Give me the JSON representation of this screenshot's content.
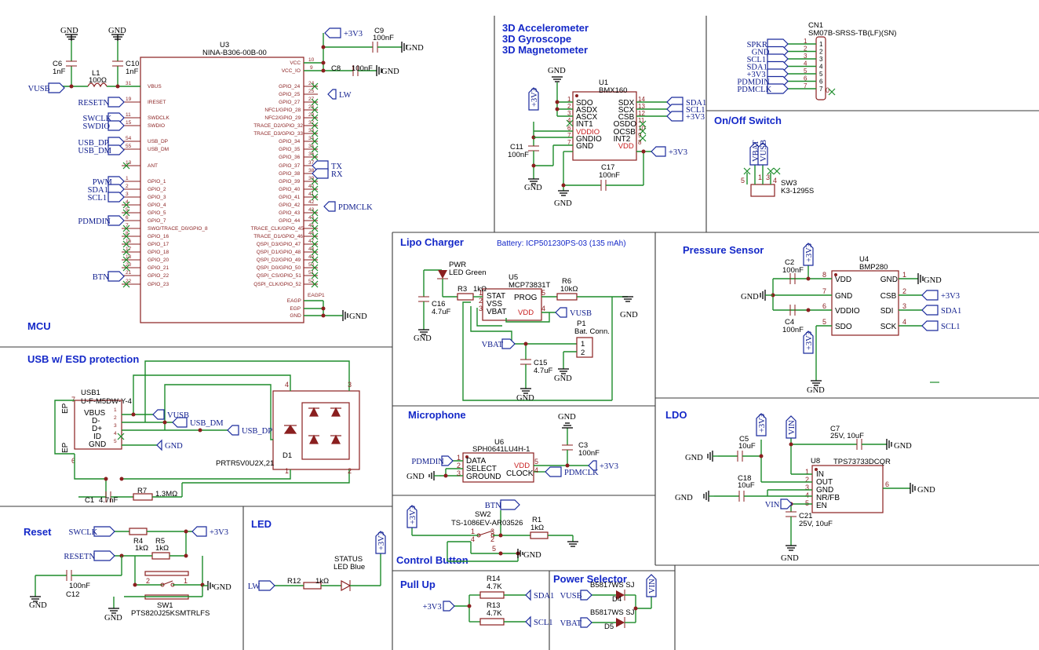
{
  "sections": {
    "mcu": "MCU",
    "usb": "USB w/ ESD protection",
    "reset": "Reset",
    "led": "LED",
    "sensors": [
      "3D Accelerometer",
      "3D Gyroscope",
      "3D Magnetometer"
    ],
    "connector": "",
    "onoff": "On/Off Switch",
    "lipo": "Lipo Charger",
    "battery": "Battery: ICP501230PS-03 (135 mAh)",
    "pressure": "Pressure Sensor",
    "microphone": "Microphone",
    "ldo": "LDO",
    "control": "Control Button",
    "pullup": "Pull Up",
    "power_selector": "Power Selector"
  },
  "components": {
    "u3": {
      "ref": "U3",
      "value": "NINA-B306-00B-00",
      "left_pins": [
        "VBUS",
        "IRESET",
        "SWDCLK",
        "SWDIO",
        "USB_DP",
        "USB_DM",
        "ANT",
        "GPIO_1",
        "GPIO_2",
        "GPIO_3",
        "GPIO_4",
        "GPIO_5",
        "GPIO_7",
        "SWO/TRACE_D0/GPIO_8",
        "GPIO_16",
        "GPIO_17",
        "GPIO_18",
        "GPIO_20",
        "GPIO_21",
        "GPIO_22",
        "GPIO_23"
      ],
      "right_pins": [
        "VCC",
        "VCC_IO",
        "GPIO_24",
        "GPIO_25",
        "GPIO_27",
        "NFC1/GPIO_28",
        "NFC2/GPIO_29",
        "TRACE_D2/GPIO_32",
        "TRACE_D3/GPIO_33",
        "GPIO_34",
        "GPIO_35",
        "GPIO_36",
        "GPIO_37",
        "GPIO_38",
        "GPIO_39",
        "GPIO_40",
        "GPIO_41",
        "GPIO_42",
        "GPIO_43",
        "GPIO_44",
        "TRACE_CLK/GPIO_45",
        "TRACE_D1/GPIO_46",
        "QSPI_D3/GPIO_47",
        "QSPI_D1/GPIO_48",
        "QSPI_D2/GPIO_49",
        "QSPI_D0/GPIO_50",
        "QSPI_CS/GPIO_51",
        "QSPI_CLK/GPIO_52",
        "EAGP",
        "EGP",
        "GND"
      ]
    },
    "u1": {
      "ref": "U1",
      "value": "BMX160",
      "left_pins": [
        "SDO",
        "ASDX",
        "ASCX",
        "INT1",
        "VDDIO",
        "GNDIO",
        "GND"
      ],
      "right_pins": [
        "SDX",
        "SCX",
        "CSB",
        "OSDO",
        "OCSB",
        "INT2",
        "VDD"
      ]
    },
    "cn1": {
      "ref": "CN1",
      "value": "SM07B-SRSS-TB(LF)(SN)"
    },
    "sw3": {
      "ref": "SW3",
      "value": "K3-1295S"
    },
    "u5": {
      "ref": "U5",
      "value": "MCP73831T",
      "left_pins": [
        "STAT",
        "VSS",
        "VBAT"
      ],
      "right_pins": [
        "PROG",
        "VDD"
      ]
    },
    "u4": {
      "ref": "U4",
      "value": "BMP280",
      "left_pins": [
        "VDD",
        "GND",
        "VDDIO",
        "SDO"
      ],
      "right_pins": [
        "GND",
        "CSB",
        "SDI",
        "SCK"
      ]
    },
    "u6": {
      "ref": "U6",
      "value": "SPH0641LU4H-1",
      "left_pins": [
        "DATA",
        "SELECT",
        "GROUND"
      ],
      "right_pins": [
        "VDD",
        "CLOCK"
      ]
    },
    "u8": {
      "ref": "U8",
      "value": "TPS73733DCQR",
      "left_pins": [
        "IN",
        "OUT",
        "GND",
        "NR/FB",
        "EN"
      ]
    },
    "usb1": {
      "ref": "USB1",
      "value": "U-F-M5DW-Y-4",
      "pins": [
        "VBUS",
        "D-",
        "D+",
        "ID",
        "GND"
      ]
    },
    "d1": {
      "ref": "D1",
      "value": "PRTR5V0U2X,21"
    },
    "sw1": {
      "ref": "SW1",
      "value": "PTS820J25KSMTRLFS"
    },
    "sw2": {
      "ref": "SW2",
      "value": "TS-1086EV-AR03526"
    },
    "p1": {
      "ref": "P1",
      "value": "Bat. Conn."
    },
    "pwr": {
      "ref": "PWR",
      "value": "LED Green"
    },
    "status": {
      "ref": "STATUS",
      "value": "LED Blue"
    },
    "d4": {
      "ref": "D4",
      "value": "B5817WS SJ"
    },
    "d5": {
      "ref": "D5",
      "value": "B5817WS SJ"
    }
  },
  "passives": {
    "c6": [
      "C6",
      "1nF"
    ],
    "c10": [
      "C10",
      "1nF"
    ],
    "l1": [
      "L1",
      "100Ω"
    ],
    "c9": [
      "C9",
      "100nF"
    ],
    "c8": [
      "C8",
      "100nF"
    ],
    "c11": [
      "C11",
      "100nF"
    ],
    "c17": [
      "C17",
      "100nF"
    ],
    "c16": [
      "C16",
      "4.7uF"
    ],
    "r3": [
      "R3",
      "1kΩ"
    ],
    "r6": [
      "R6",
      "10kΩ"
    ],
    "c15": [
      "C15",
      "4.7uF"
    ],
    "c2": [
      "C2",
      "100nF"
    ],
    "c4": [
      "C4",
      "100nF"
    ],
    "c3": [
      "C3",
      "100nF"
    ],
    "c5": [
      "C5",
      "10uF"
    ],
    "c7": [
      "C7",
      "25V, 10uF"
    ],
    "c18": [
      "C18",
      "10uF"
    ],
    "c21": [
      "C21",
      "25V, 10uF"
    ],
    "c1": [
      "C1",
      "4.7nF"
    ],
    "r7": [
      "R7",
      "1.3MΩ"
    ],
    "r4": [
      "R4",
      "1kΩ"
    ],
    "r5": [
      "R5",
      "1kΩ"
    ],
    "c12": [
      "C12",
      "100nF"
    ],
    "r12": [
      "R12",
      "1kΩ"
    ],
    "r1": [
      "R1",
      "1kΩ"
    ],
    "r14": [
      "R14",
      "4.7K"
    ],
    "r13": [
      "R13",
      "4.7K"
    ]
  },
  "nets": {
    "gnd": "GND",
    "v33": "+3V3",
    "vusb": "VUSB",
    "vbat": "VBAT",
    "vin": "VIN",
    "resetn": "RESETN",
    "swclk": "SWCLK",
    "swdio": "SWDIO",
    "usb_dp": "USB_DP",
    "usb_dm": "USB_DM",
    "pwm": "PWM",
    "sda1": "SDA1",
    "scl1": "SCL1",
    "pdmdin": "PDMDIN",
    "pdmclk": "PDMCLK",
    "btn": "BTN",
    "lw": "LW",
    "tx": "TX",
    "rx": "RX",
    "spkr": "SPKR"
  }
}
